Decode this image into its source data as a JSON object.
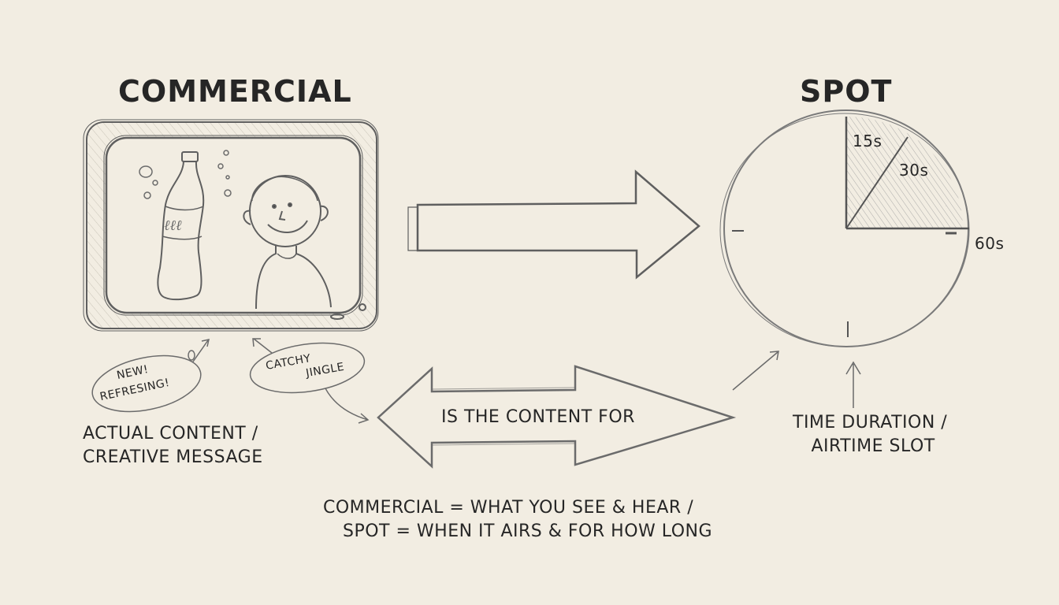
{
  "commercial": {
    "title": "COMMERCIAL",
    "bubble_new_line1": "NEW!",
    "bubble_new_line2": "REFRESING!",
    "bubble_jingle_line1": "CATCHY",
    "bubble_jingle_line2": "JINGLE",
    "caption_line1": "ACTUAL CONTENT /",
    "caption_line2": "CREATIVE MESSAGE",
    "screen_contents": [
      "soda-bottle",
      "bubbles",
      "smiling-boy"
    ]
  },
  "spot": {
    "title": "SPOT",
    "clock_labels": [
      "15s",
      "30s",
      "60s"
    ],
    "caption_line1": "TIME DURATION /",
    "caption_line2": "AIRTIME SLOT"
  },
  "relation": {
    "label": "IS THE CONTENT FOR"
  },
  "summary": {
    "line1": "COMMERCIAL = WHAT YOU SEE & HEAR /",
    "line2": "SPOT = WHEN IT AIRS & FOR HOW LONG"
  },
  "colors": {
    "paper": "#f2ede2",
    "pencil": "#6b6b6b",
    "ink": "#262626"
  }
}
